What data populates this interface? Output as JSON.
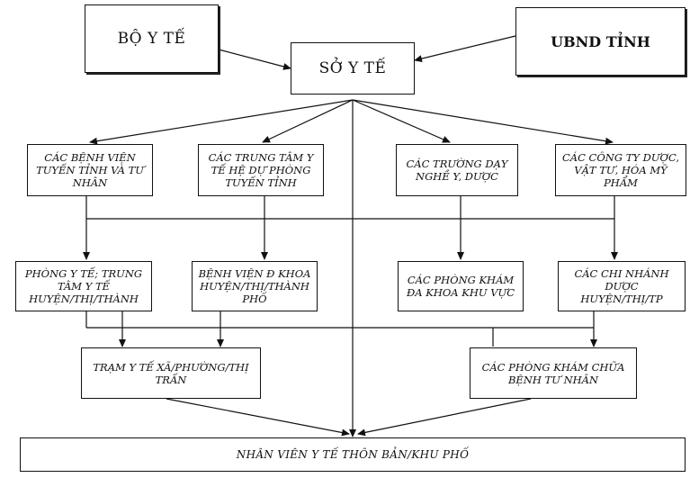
{
  "nodes": {
    "bo_y_te": "BỘ Y TẾ",
    "so_y_te": "SỞ Y TẾ",
    "ubnd_tinh": "UBND TỈNH",
    "benh_vien": "CÁC BỆNH VIỆN TUYẾN TỈNH VÀ TƯ NHÂN",
    "trung_tam": "CÁC TRUNG TÂM Y TẾ HỆ DỰ PHÒNG TUYẾN TỈNH",
    "truong_day_nghe": "CÁC TRƯỜNG DẠY NGHỀ Y, DƯỢC",
    "cong_ty": "CÁC CÔNG TY DƯỢC, VẬT TƯ, HÓA MỸ PHẨM",
    "phong_y_te": "PHÒNG Y TẾ; TRUNG TÂM Y TẾ HUYỆN/THỊ/THÀNH",
    "benh_vien_da_khoa": "BỆNH VIỆN Đ KHOA HUYỆN/THỊ/THÀNH PHỐ",
    "phong_kham_khu_vuc": "CÁC PHÒNG KHÁM ĐA KHOA KHU VỰC",
    "chi_nhanh_duoc": "CÁC CHI NHÁNH DƯỢC HUYỆN/THỊ/TP",
    "tram_y_te": "TRẠM Y TẾ XÃ/PHƯỜNG/THỊ TRẤN",
    "phong_kham_tu_nhan": "CÁC PHÒNG KHÁM CHỮA BỆNH TƯ NHÂN",
    "nhan_vien": "NHÂN VIÊN Y TẾ THÔN BẢN/KHU PHỐ"
  },
  "colors": {
    "line": "#111111",
    "box_border": "#111111",
    "background": "#ffffff"
  }
}
